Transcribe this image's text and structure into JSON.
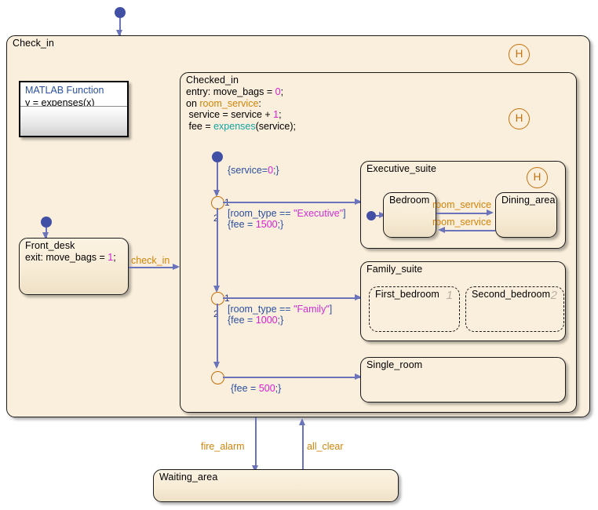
{
  "diagram": {
    "type": "stateflow-chart",
    "root_state": "Check_in",
    "colors": {
      "state_fill": "#faefdc",
      "state_border": "#1a1a1a",
      "transition": "#6b74bb",
      "event_text": "#d2840a",
      "literal_text": "#e01fd0",
      "function_text": "#14a3a3",
      "history_icon": "#c4700d",
      "default_dot": "#414fa5",
      "canvas": "#ffffff"
    }
  },
  "states": {
    "check_in": {
      "name": "Check_in",
      "history": "H"
    },
    "matlab_function": {
      "title": "MATLAB Function",
      "signature": "y = expenses(x)"
    },
    "front_desk": {
      "name": "Front_desk",
      "action": "exit: move_bags = 1;",
      "action_parts": {
        "prefix": "exit: move_bags = ",
        "value": "1",
        "suffix": ";"
      }
    },
    "checked_in": {
      "name": "Checked_in",
      "history": "H",
      "lines": [
        {
          "text": "entry: move_bags = 0;",
          "parts": [
            {
              "t": "entry: move_bags = ",
              "c": "plain"
            },
            {
              "t": "0",
              "c": "num"
            },
            {
              "t": ";",
              "c": "plain"
            }
          ]
        },
        {
          "text": "on room_service:",
          "parts": [
            {
              "t": "on ",
              "c": "plain"
            },
            {
              "t": "room_service",
              "c": "evt"
            },
            {
              "t": ":",
              "c": "plain"
            }
          ]
        },
        {
          "text": " service = service + 1;",
          "parts": [
            {
              "t": " service = service + ",
              "c": "plain"
            },
            {
              "t": "1",
              "c": "num"
            },
            {
              "t": ";",
              "c": "plain"
            }
          ]
        },
        {
          "text": " fee = expenses(service);",
          "parts": [
            {
              "t": " fee = ",
              "c": "plain"
            },
            {
              "t": "expenses",
              "c": "fn"
            },
            {
              "t": "(service);",
              "c": "plain"
            }
          ]
        }
      ]
    },
    "executive_suite": {
      "name": "Executive_suite",
      "history": "H"
    },
    "bedroom": {
      "name": "Bedroom"
    },
    "dining_area": {
      "name": "Dining_area"
    },
    "family_suite": {
      "name": "Family_suite"
    },
    "first_bedroom": {
      "name": "First_bedroom",
      "order": "1"
    },
    "second_bedroom": {
      "name": "Second_bedroom",
      "order": "2"
    },
    "single_room": {
      "name": "Single_room"
    },
    "waiting_area": {
      "name": "Waiting_area"
    }
  },
  "transitions": {
    "check_in_default": {
      "label": ""
    },
    "front_desk_default": {
      "label": ""
    },
    "check_in_event": {
      "label": "check_in"
    },
    "checked_in_default": {
      "label": "{service=0;}",
      "parts": [
        {
          "t": "{service=",
          "c": "plain"
        },
        {
          "t": "0",
          "c": "num"
        },
        {
          "t": ";}",
          "c": "plain"
        }
      ]
    },
    "executive_branch": {
      "condition": "[room_type == \"Executive\"]",
      "action": "{fee = 1500;}",
      "cond_parts": [
        {
          "t": "[room_type == ",
          "c": "plain"
        },
        {
          "t": "\"Executive\"",
          "c": "str"
        },
        {
          "t": "]",
          "c": "plain"
        }
      ],
      "act_parts": [
        {
          "t": "{fee = ",
          "c": "plain"
        },
        {
          "t": "1500",
          "c": "num"
        },
        {
          "t": ";}",
          "c": "plain"
        }
      ]
    },
    "family_branch": {
      "condition": "[room_type == \"Family\"]",
      "action": "{fee = 1000;}",
      "cond_parts": [
        {
          "t": "[room_type == ",
          "c": "plain"
        },
        {
          "t": "\"Family\"",
          "c": "str"
        },
        {
          "t": "]",
          "c": "plain"
        }
      ],
      "act_parts": [
        {
          "t": "{fee = ",
          "c": "plain"
        },
        {
          "t": "1000",
          "c": "num"
        },
        {
          "t": ";}",
          "c": "plain"
        }
      ]
    },
    "single_branch": {
      "action": "{fee = 500;}",
      "act_parts": [
        {
          "t": "{fee = ",
          "c": "plain"
        },
        {
          "t": "500",
          "c": "num"
        },
        {
          "t": ";}",
          "c": "plain"
        }
      ]
    },
    "room_service_to_dining": {
      "label": "room_service"
    },
    "room_service_to_bedroom": {
      "label": "room_service"
    },
    "fire_alarm": {
      "label": "fire_alarm"
    },
    "all_clear": {
      "label": "all_clear"
    },
    "junction_order_exec": {
      "first": "1",
      "second": "2"
    },
    "junction_order_family": {
      "first": "1",
      "second": "2"
    }
  }
}
